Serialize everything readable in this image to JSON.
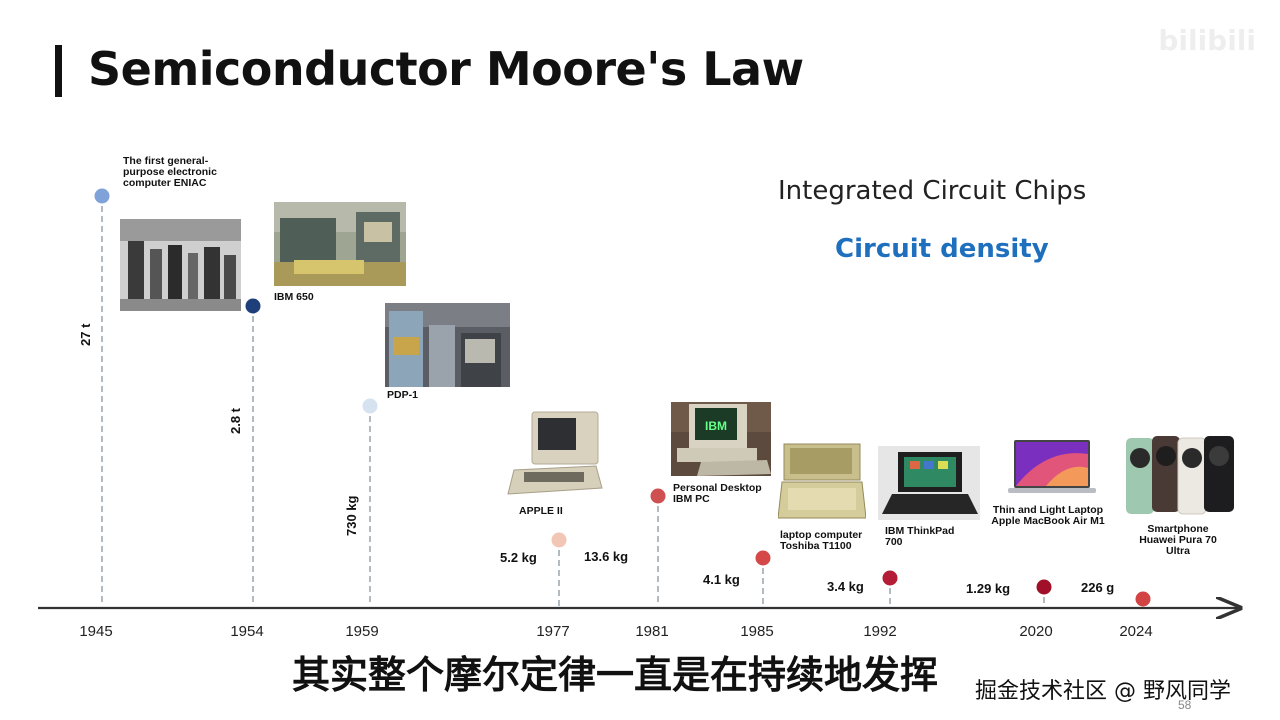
{
  "slide": {
    "title": "Semiconductor Moore's Law",
    "watermark": "bilibili",
    "page_number": "58"
  },
  "headings": {
    "integrated": "Integrated Circuit Chips",
    "density": "Circuit density"
  },
  "subtitle": "其实整个摩尔定律一直是在持续地发挥",
  "credit": "掘金技术社区 @ 野风同学",
  "colors": {
    "axis": "#333333",
    "accent_blue": "#1f6fbf"
  },
  "milestones": [
    {
      "year": "1945",
      "label": "The first general-purpose electronic computer ENIAC",
      "weight": "27 t",
      "dot_color": "#7fa3d8"
    },
    {
      "year": "1954",
      "label": "IBM 650",
      "weight": "2.8 t",
      "dot_color": "#1f3f7a"
    },
    {
      "year": "1959",
      "label": "PDP-1",
      "weight": "730 kg",
      "dot_color": "#d6e2f0"
    },
    {
      "year": "1977",
      "label": "APPLE II",
      "weight": "5.2 kg",
      "dot_color": "#f2c6b4"
    },
    {
      "year": "1981",
      "label": "Personal Desktop IBM PC",
      "weight": "13.6 kg",
      "dot_color": "#cf5050"
    },
    {
      "year": "1985",
      "label": "laptop computer Toshiba T1100",
      "weight": "4.1 kg",
      "dot_color": "#d44848"
    },
    {
      "year": "1992",
      "label": "IBM ThinkPad 700",
      "weight": "3.4 kg",
      "dot_color": "#b31d35"
    },
    {
      "year": "2020",
      "label": "Thin and Light Laptop Apple MacBook Air M1",
      "weight": "1.29 kg",
      "dot_color": "#a01028"
    },
    {
      "year": "2024",
      "label": "Smartphone Huawei Pura 70 Ultra",
      "weight": "226 g",
      "dot_color": "#d24444"
    }
  ]
}
